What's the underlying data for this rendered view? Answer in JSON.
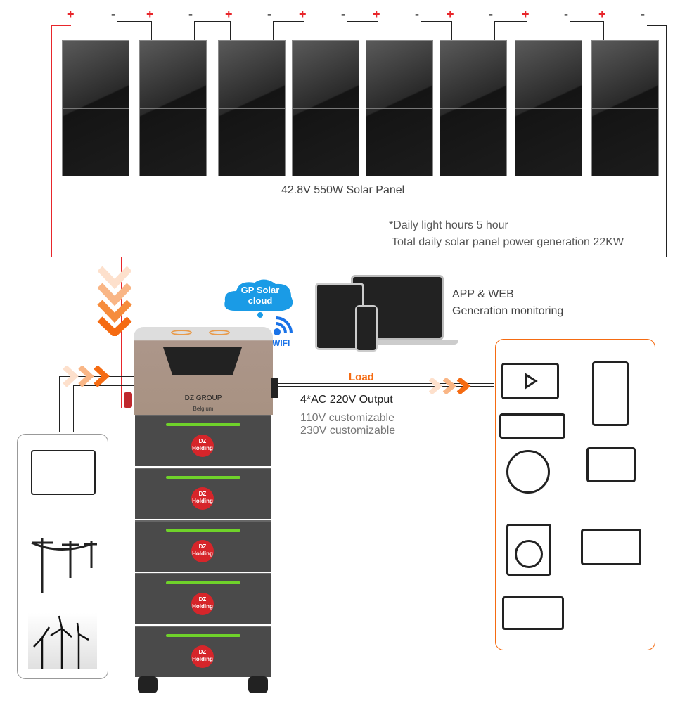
{
  "solar": {
    "panel_count": 8,
    "plus_sign": "+",
    "minus_sign": "-",
    "label": "42.8V 550W Solar Panel",
    "note_line1": "*Daily light hours 5 hour",
    "note_line2": "Total daily solar panel power generation 22KW"
  },
  "cloud": {
    "line1": "GP Solar",
    "line2": "cloud",
    "wifi": "WIFI"
  },
  "monitoring": {
    "line1": "APP & WEB",
    "line2": "Generation monitoring"
  },
  "battery": {
    "brand": "DZ GROUP",
    "origin": "Belgium",
    "module_logo_line1": "DZ",
    "module_logo_line2": "Holding",
    "module_count": 5
  },
  "output": {
    "load_label": "Load",
    "title": "4*AC 220V Output",
    "option1": "110V  customizable",
    "option2": "230V customizable"
  },
  "sources": [
    "generator-icon",
    "power-grid-icon",
    "wind-turbine-icon"
  ],
  "loads": [
    "tv-icon",
    "fridge-icon",
    "air-conditioner-icon",
    "fan-icon",
    "desktop-computer-icon",
    "washing-machine-icon",
    "laptop-icon",
    "printer-icon"
  ],
  "colors": {
    "accent_orange": "#f56b12",
    "plus_red": "#e8262b",
    "cloud_blue": "#1a9be6",
    "battery_gold": "#a89282",
    "battery_gray": "#4a4a4a",
    "led_green": "#6fd22a"
  }
}
